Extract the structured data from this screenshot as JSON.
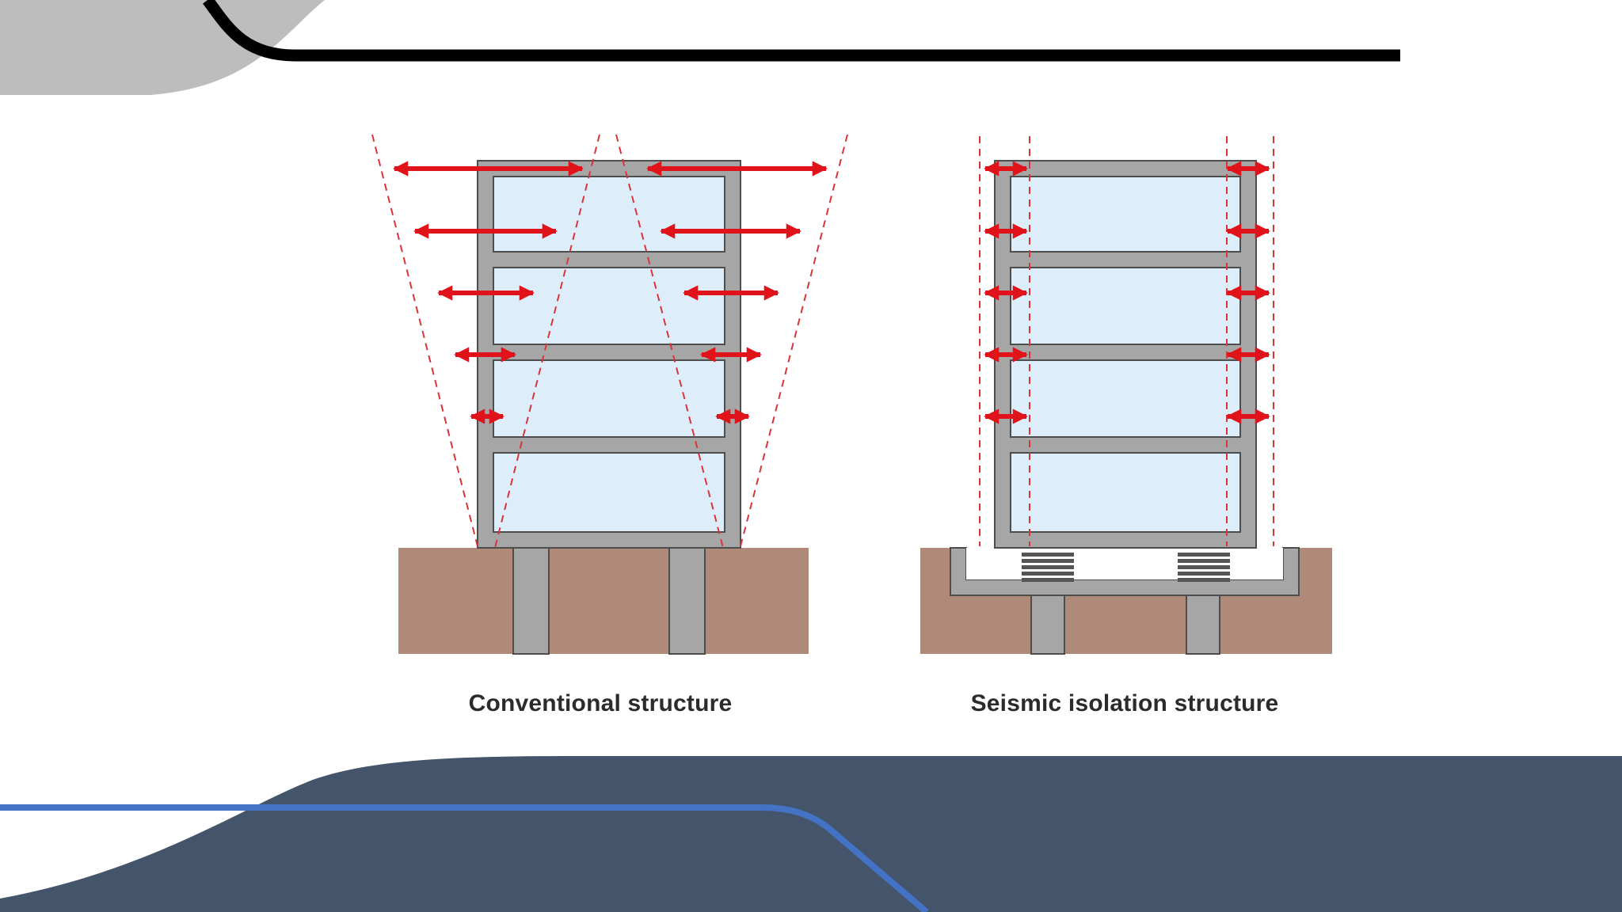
{
  "slide": {
    "colors": {
      "background": "#ffffff",
      "corner_blob": "#bdbdbd",
      "top_rule": "#000000",
      "footer_wave": "#44546a",
      "footer_line": "#4472c4"
    }
  },
  "diagram": {
    "colors": {
      "frame": "#a6a6a6",
      "frame_outline": "#4d4d4d",
      "glass": "#ddeefa",
      "ground": "#b08a78",
      "arrow": "#e0121a",
      "dashed_guide": "#d8343a",
      "isolator": "#555555"
    },
    "panels": [
      {
        "id": "conventional",
        "caption": "Conventional structure"
      },
      {
        "id": "isolation",
        "caption": "Seismic isolation structure"
      }
    ]
  }
}
